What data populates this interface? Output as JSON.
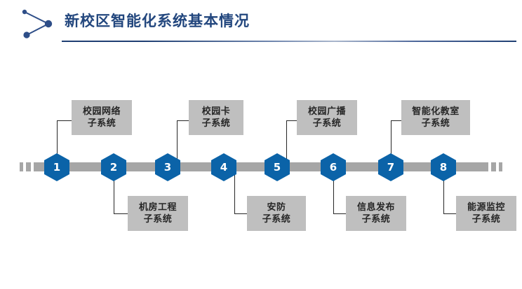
{
  "header": {
    "title": "新校区智能化系统基本情况",
    "icon": "chevron-right-nodes-icon",
    "title_color": "#23477e",
    "rule_color": "#1f3f73"
  },
  "timeline": {
    "hex_color": "#0b63a8",
    "track_color": "#a6a6a6",
    "box_color": "#bfbfbf",
    "text_color": "#262626",
    "steps": [
      {
        "number": "1",
        "line1": "校园网络",
        "line2": "子系统",
        "position": "above"
      },
      {
        "number": "2",
        "line1": "机房工程",
        "line2": "子系统",
        "position": "below"
      },
      {
        "number": "3",
        "line1": "校园卡",
        "line2": "子系统",
        "position": "above"
      },
      {
        "number": "4",
        "line1": "安防",
        "line2": "子系统",
        "position": "below"
      },
      {
        "number": "5",
        "line1": "校园广播",
        "line2": "子系统",
        "position": "above"
      },
      {
        "number": "6",
        "line1": "信息发布",
        "line2": "子系统",
        "position": "below"
      },
      {
        "number": "7",
        "line1": "智能化教室",
        "line2": "子系统",
        "position": "above"
      },
      {
        "number": "8",
        "line1": "能源监控",
        "line2": "子系统",
        "position": "below"
      }
    ]
  }
}
